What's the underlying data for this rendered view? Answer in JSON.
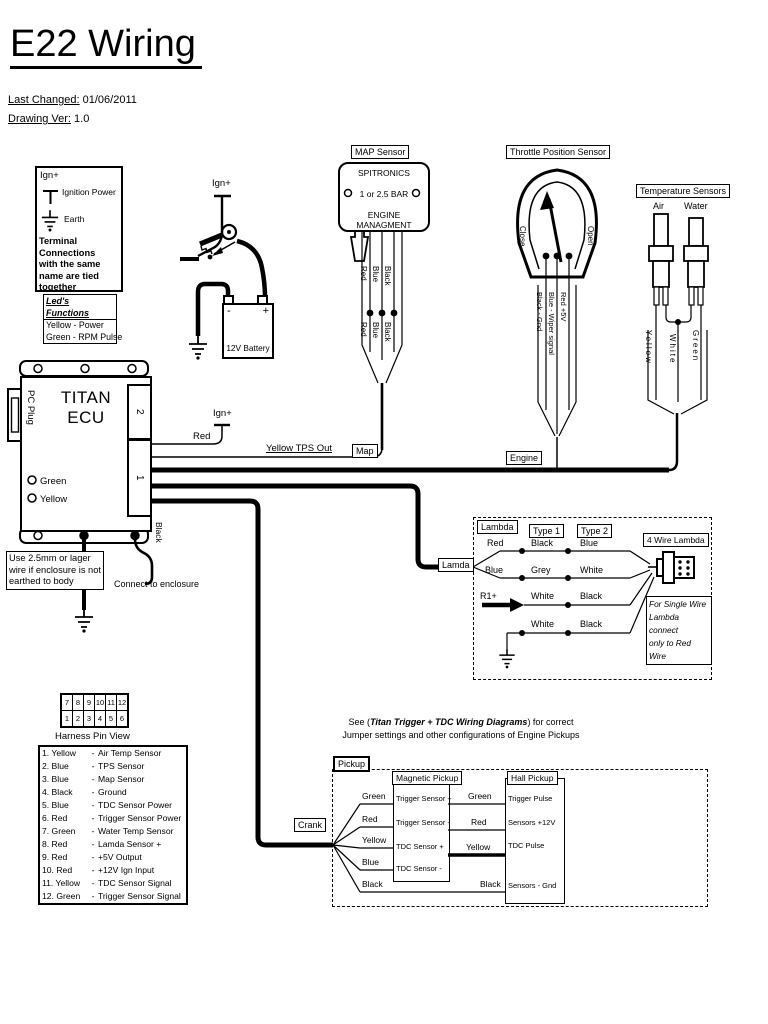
{
  "colors": {
    "ink": "#000000",
    "paper": "#ffffff"
  },
  "header": {
    "title": "E22 Wiring",
    "last_changed_label": "Last Changed:",
    "last_changed_value": "01/06/2011",
    "drawing_ver_label": "Drawing Ver:",
    "drawing_ver_value": "1.0"
  },
  "legend": {
    "ign": "Ign+",
    "ignition_power": "Ignition Power",
    "earth": "Earth",
    "note": "Terminal Connections with the same name are tied together"
  },
  "leds": {
    "title": "Led's Functions",
    "items": [
      "Yellow - Power",
      "Green - RPM Pulse"
    ]
  },
  "ignition": {
    "ign": "Ign+",
    "battery": "12V Battery",
    "plus": "+",
    "minus": "-"
  },
  "ecu": {
    "name_line1": "TITAN",
    "name_line2": "ECU",
    "pc_plug": "PC Plug",
    "connector2": "2",
    "connector1": "1",
    "led_green": "Green",
    "led_yellow": "Yellow"
  },
  "enclosure": {
    "wire_note": "Use 2.5mm or lager wire if enclosure is not earthed to body",
    "connect_note": "Connect to enclosure",
    "black": "Black"
  },
  "map": {
    "label": "MAP Sensor",
    "line1": "SPITRONICS",
    "line2": "1 or 2.5 BAR",
    "line3": "ENGINE MANAGMENT",
    "wires": [
      "Red",
      "Blue",
      "Black"
    ],
    "harness": "Map"
  },
  "mid": {
    "ign": "Ign+",
    "red": "Red",
    "tps_out": "Yellow TPS Out",
    "engine": "Engine"
  },
  "tps": {
    "label": "Throttle Position Sensor",
    "close": "Close",
    "open": "Open",
    "wires": [
      "Black - Gnd",
      "Blue - Wiper signal",
      "Red +5V"
    ]
  },
  "temp": {
    "label": "Temperature Sensors",
    "air": "Air",
    "water": "Water",
    "wires": [
      "Yellow",
      "White",
      "Green"
    ]
  },
  "lambda": {
    "harness": "Lamda",
    "label": "Lambda",
    "type1": "Type 1",
    "type2": "Type 2",
    "rows": [
      {
        "wire": "Red",
        "t1": "Black",
        "t2": "Blue"
      },
      {
        "wire": "Blue",
        "t1": "Grey",
        "t2": "White"
      },
      {
        "wire": "R1+",
        "t1": "White",
        "t2": "Black"
      },
      {
        "wire": "",
        "t1": "White",
        "t2": "Black"
      }
    ],
    "four_wire": "4 Wire Lambda",
    "note_line1": "For Single Wire",
    "note_line2": "Lambda connect",
    "note_line3": "only to Red Wire"
  },
  "pins": {
    "top": [
      "7",
      "8",
      "9",
      "10",
      "11",
      "12"
    ],
    "bottom": [
      "1",
      "2",
      "3",
      "4",
      "5",
      "6"
    ],
    "caption": "Harness Pin View",
    "dash": "-",
    "list": [
      {
        "id": "1. Yellow",
        "fn": "Air Temp Sensor"
      },
      {
        "id": "2. Blue",
        "fn": "TPS Sensor"
      },
      {
        "id": "3. Blue",
        "fn": "Map Sensor"
      },
      {
        "id": "4. Black",
        "fn": "Ground"
      },
      {
        "id": "5. Blue",
        "fn": "TDC Sensor Power"
      },
      {
        "id": "6. Red",
        "fn": "Trigger Sensor Power"
      },
      {
        "id": "7. Green",
        "fn": "Water Temp Sensor"
      },
      {
        "id": "8. Red",
        "fn": "Lamda Sensor +"
      },
      {
        "id": "9. Red",
        "fn": "+5V Output"
      },
      {
        "id": "10. Red",
        "fn": "+12V Ign Input"
      },
      {
        "id": "11. Yellow",
        "fn": "TDC Sensor Signal"
      },
      {
        "id": "12. Green",
        "fn": "Trigger Sensor Signal"
      }
    ]
  },
  "pickup": {
    "see_pre": "See (",
    "see_bold": "Titan Trigger + TDC Wiring Diagrams",
    "see_post": ") for correct",
    "see_line2": "Jumper settings and other configurations of Engine Pickups",
    "label": "Pickup",
    "crank": "Crank",
    "magnetic_title": "Magnetic Pickup",
    "hall_title": "Hall Pickup",
    "left_wires": [
      "Green",
      "Red",
      "Yellow",
      "Blue",
      "Black"
    ],
    "magnetic_pins": [
      "Trigger Sensor +",
      "Trigger Sensor -",
      "TDC Sensor +",
      "TDC Sensor -"
    ],
    "right_wires": [
      "Green",
      "Red",
      "Yellow",
      "Black"
    ],
    "hall_pins": [
      "Trigger Pulse",
      "Sensors +12V",
      "TDC Pulse",
      "Sensors - Gnd"
    ]
  }
}
